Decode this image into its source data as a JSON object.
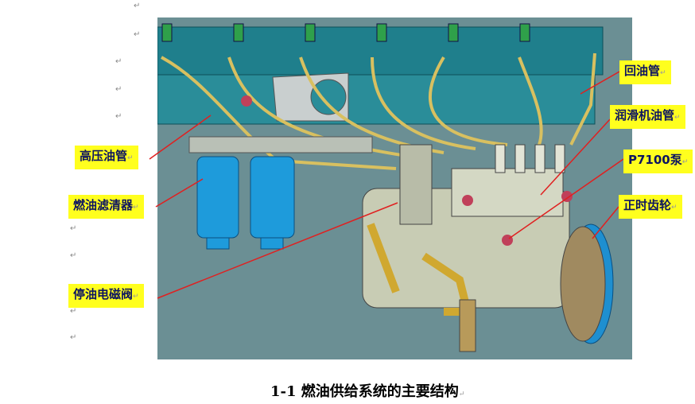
{
  "figure": {
    "labels": {
      "high_pressure_pipe": "高压油管",
      "fuel_filter": "燃油滤清器",
      "stop_solenoid": "停油电磁阀",
      "return_pipe": "回油管",
      "lube_oil_pipe": "润滑机油管",
      "pump": "P7100泵",
      "timing_gear": "正时齿轮"
    },
    "caption": "1-1 燃油供给系统的主要结构"
  }
}
